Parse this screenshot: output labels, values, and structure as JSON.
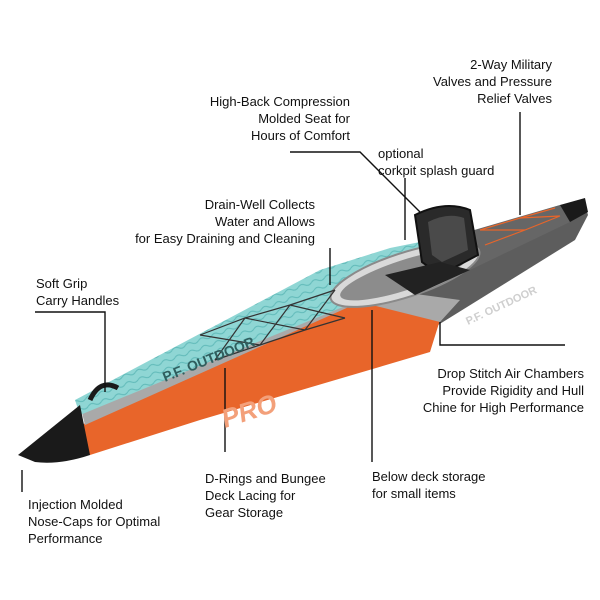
{
  "brand": {
    "deck_text": "P.F. OUTDOOR",
    "side_text": "PRO",
    "stern_text": "P.F. OUTDOOR"
  },
  "callouts": {
    "valves": "2-Way Military\nValves and Pressure\nRelief Valves",
    "seat": "High-Back Compression\nMolded Seat for\nHours of Comfort",
    "splash_guard": "optional\ncorkpit splash guard",
    "drain_well": "Drain-Well Collects\nWater and Allows\nfor Easy Draining and Cleaning",
    "handles": "Soft Grip\nCarry Handles",
    "drop_stitch": "Drop Stitch Air Chambers\nProvide Rigidity and Hull\nChine for High Performance",
    "d_rings": "D-Rings and Bungee\nDeck Lacing for\nGear Storage",
    "storage": "Below deck storage\nfor small items",
    "nose_caps": "Injection Molded\nNose-Caps for Optimal\nPerformance"
  },
  "colors": {
    "hull_orange": "#e8652a",
    "deck_teal": "#7fcfcf",
    "hull_grey": "#6f6f6f",
    "cap_black": "#1a1a1a",
    "leader_line": "#111111"
  }
}
